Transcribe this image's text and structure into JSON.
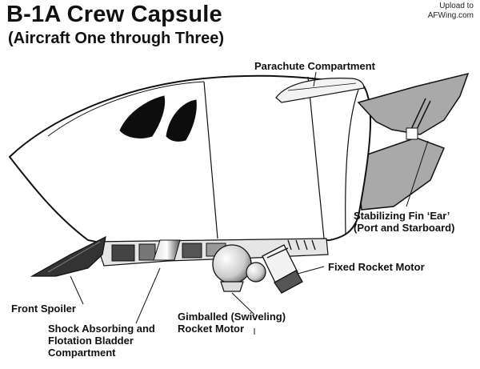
{
  "header": {
    "title": "B-1A Crew Capsule",
    "subtitle": "(Aircraft One through Three)",
    "watermark_line1": "Upload to",
    "watermark_line2": "AFWing.com"
  },
  "labels": {
    "parachute": "Parachute Compartment",
    "stab_fin_line1": "Stabilizing Fin ‘Ear’",
    "stab_fin_line2": "(Port and Starboard)",
    "fixed_rocket": "Fixed Rocket Motor",
    "front_spoiler": "Front Spoiler",
    "gimballed_line1": "Gimballed (Swiveling)",
    "gimballed_line2": "Rocket Motor",
    "shock_line1": "Shock Absorbing and",
    "shock_line2": "Flotation Bladder",
    "shock_line3": "Compartment"
  },
  "colors": {
    "fin_fill": "#a9a9a9",
    "spoiler_fill": "#333333",
    "line": "#111111"
  }
}
